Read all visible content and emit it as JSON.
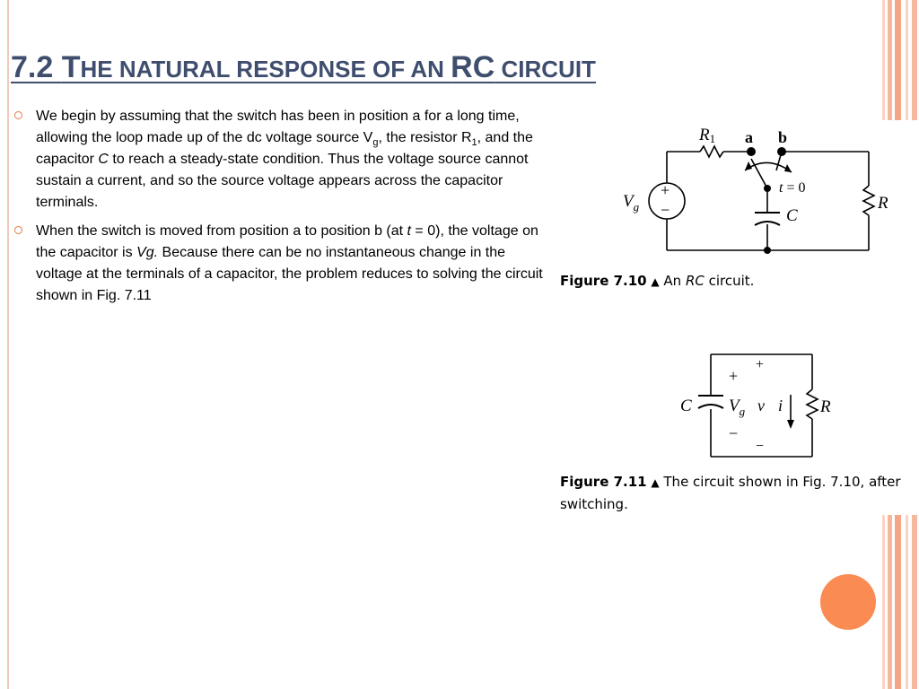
{
  "slide": {
    "title_num": "7.2 ",
    "title_T": "T",
    "title_rest1": "HE NATURAL RESPONSE OF AN ",
    "title_RC": "RC",
    "title_rest2": " CIRCUIT"
  },
  "bullets": [
    {
      "p1": "We begin by assuming that the switch has been in position a for a long time, allowing the loop made up of the dc voltage source V",
      "s1": "g",
      "p2": ", the resistor R",
      "s2": "1",
      "p3": ", and the capacitor ",
      "p4": "C",
      "p5": " to reach a steady-state condition. Thus the voltage source cannot sustain a current, and so the source voltage appears across the capacitor terminals."
    },
    {
      "p1": "When the switch is moved from position a to position b (at ",
      "p2": "t",
      "p3": " = 0), the voltage on the capacitor is ",
      "p4": "Vg.",
      "p5": " Because there can be no instantaneous change in the voltage at the terminals of a capacitor, the problem reduces to solving the circuit shown in Fig. 7.11"
    }
  ],
  "fig710": {
    "R1": "R",
    "R1_sub": "1",
    "a": "a",
    "b": "b",
    "t": "t",
    "t_eq": " = 0",
    "plus": "+",
    "minus": "−",
    "Vg_V": "V",
    "Vg_g": "g",
    "C": "C",
    "R": "R",
    "caption_label": "Figure 7.10",
    "caption_text": " An ",
    "caption_rc": "RC",
    "caption_end": " circuit."
  },
  "fig711": {
    "plus_top": "+",
    "plus_left": "+",
    "minus_left": "−",
    "minus_bottom": "−",
    "C": "C",
    "Vg_V": "V",
    "Vg_g": "g",
    "v": "v",
    "i": "i",
    "R": "R",
    "caption_label": "Figure 7.11",
    "caption_text1": " The circuit shown in Fig. 7.10, after",
    "caption_text2": "switching."
  },
  "colors": {
    "title": "#3f4e6e",
    "accent": "#fa8c53",
    "bullet": "#e07a45",
    "stripe_light": "#fbd3c4",
    "stripe_dark": "#f5a585"
  }
}
